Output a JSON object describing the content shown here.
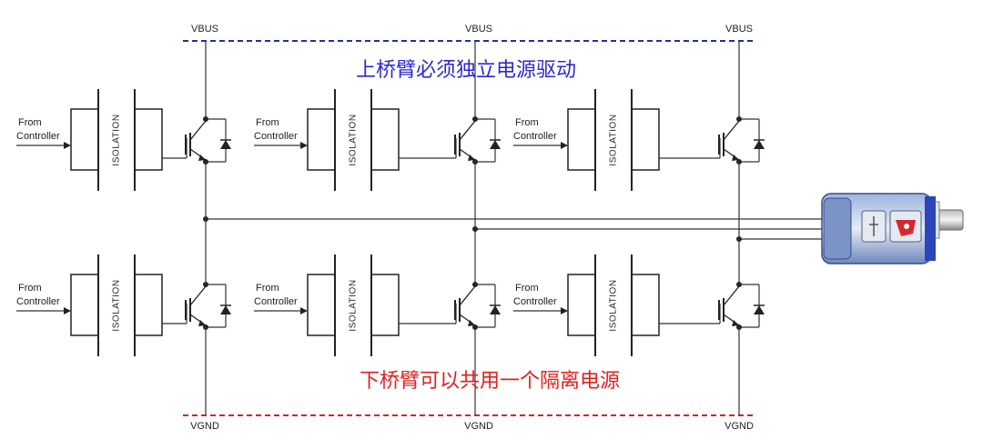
{
  "labels": {
    "vbus": "VBUS",
    "vgnd": "VGND",
    "from_controller_line1": "From",
    "from_controller_line2": "Controller",
    "isolation": "ISOLATION"
  },
  "annotations": {
    "upper": "上桥臂必须独立电源驱动",
    "lower": "下桥臂可以共用一个隔离电源"
  },
  "colors": {
    "upper_annotation": "#2a2ad0",
    "lower_annotation": "#e02020",
    "vbus_dashed": "#1f2fa8",
    "vgnd_dashed": "#e02020"
  },
  "motor": {
    "icon": "motor-icon"
  }
}
